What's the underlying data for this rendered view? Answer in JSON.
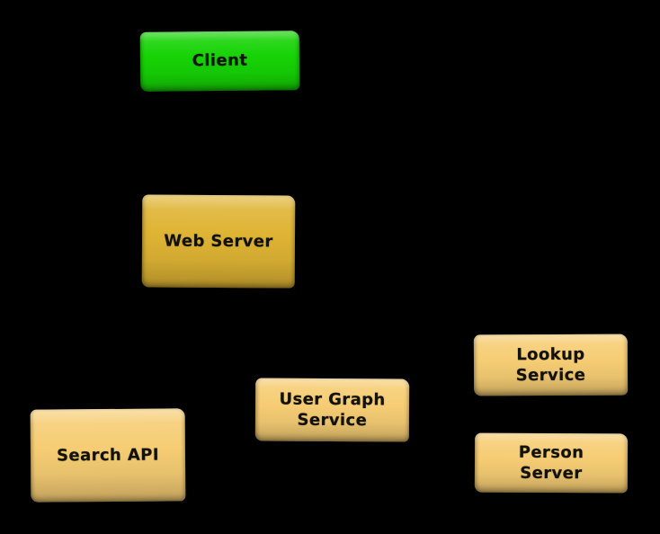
{
  "diagram": {
    "background_color": "#000000",
    "text_color": "#121208",
    "palette": {
      "client_green": "#16d305",
      "server_gold": "#dfb434",
      "service_tan": "#f6cd74"
    },
    "nodes": [
      {
        "id": "client",
        "label": "Client",
        "fill": "#16d305"
      },
      {
        "id": "web-server",
        "label": "Web Server",
        "fill": "#dfb434"
      },
      {
        "id": "search-api",
        "label": "Search API",
        "fill": "#f6cd74"
      },
      {
        "id": "user-graph-service",
        "label": "User Graph\nService",
        "fill": "#f6cd74"
      },
      {
        "id": "lookup-service",
        "label": "Lookup\nService",
        "fill": "#f6cd74"
      },
      {
        "id": "person-server",
        "label": "Person\nServer",
        "fill": "#f6cd74"
      }
    ]
  }
}
